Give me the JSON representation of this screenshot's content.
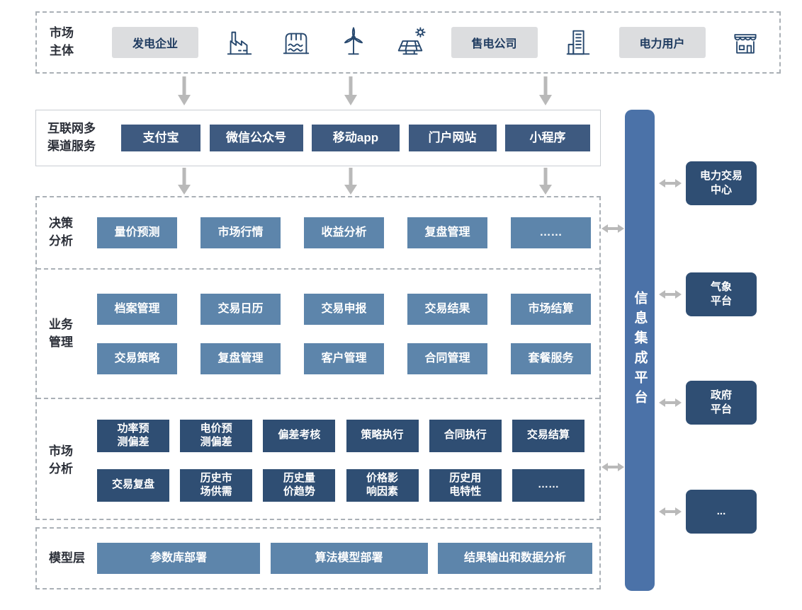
{
  "market": {
    "label": "市场\n主体",
    "gen_chip": "发电企业",
    "sale_chip": "售电公司",
    "user_chip": "电力用户",
    "icons": [
      "factory-icon",
      "hydro-plant-icon",
      "wind-turbine-icon",
      "solar-panel-icon",
      "office-building-icon",
      "storefront-icon"
    ]
  },
  "channels": {
    "label": "互联网多\n渠道服务",
    "items": [
      "支付宝",
      "微信公众号",
      "移动app",
      "门户网站",
      "小程序"
    ]
  },
  "decision": {
    "label": "决策\n分析",
    "items": [
      "量价预测",
      "市场行情",
      "收益分析",
      "复盘管理",
      "……"
    ]
  },
  "business": {
    "label": "业务\n管理",
    "row1": [
      "档案管理",
      "交易日历",
      "交易申报",
      "交易结果",
      "市场结算"
    ],
    "row2": [
      "交易策略",
      "复盘管理",
      "客户管理",
      "合同管理",
      "套餐服务"
    ]
  },
  "analysis": {
    "label": "市场\n分析",
    "row1": [
      "功率预\n测偏差",
      "电价预\n测偏差",
      "偏差考核",
      "策略执行",
      "合同执行",
      "交易结算"
    ],
    "row2": [
      "交易复盘",
      "历史市\n场供需",
      "历史量\n价趋势",
      "价格影\n响因素",
      "历史用\n电特性",
      "……"
    ]
  },
  "model": {
    "label": "模型层",
    "items": [
      "参数库部署",
      "算法模型部署",
      "结果输出和数据分析"
    ]
  },
  "integration": {
    "label": "信息集成平台"
  },
  "external": {
    "items": [
      "电力交易\n中心",
      "气象\n平台",
      "政府\n平台",
      "..."
    ]
  },
  "colors": {
    "chip_bg": "#dcdddf",
    "channel_button": "#3e5a80",
    "module_button": "#5d85ab",
    "analysis_button": "#2f4e73",
    "integration_bar": "#4b72a8",
    "external_box": "#2f4e73",
    "arrow": "#b9b9b9",
    "icon_stroke": "#27486e"
  }
}
